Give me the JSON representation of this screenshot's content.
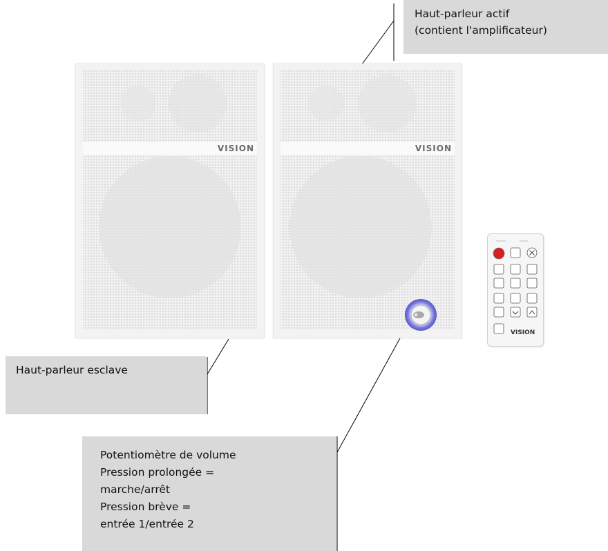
{
  "callouts": {
    "active_speaker": [
      "Haut-parleur actif",
      "(contient l'amplificateur)"
    ],
    "slave_speaker": [
      "Haut-parleur esclave"
    ],
    "volume_knob": [
      "Potentiomètre de volume",
      "Pression prolongée =",
      "marche/arrêt",
      "Pression brève =",
      "entrée 1/entrée 2"
    ]
  },
  "speakers": {
    "brand": "VISION"
  },
  "remote": {
    "brand": "VISION"
  },
  "colors": {
    "callout_background": "#d9d9d9",
    "speaker_grille": "#f3f3f3",
    "volume_ring": "#6f6fd8",
    "power_button": "#d81e1e"
  }
}
